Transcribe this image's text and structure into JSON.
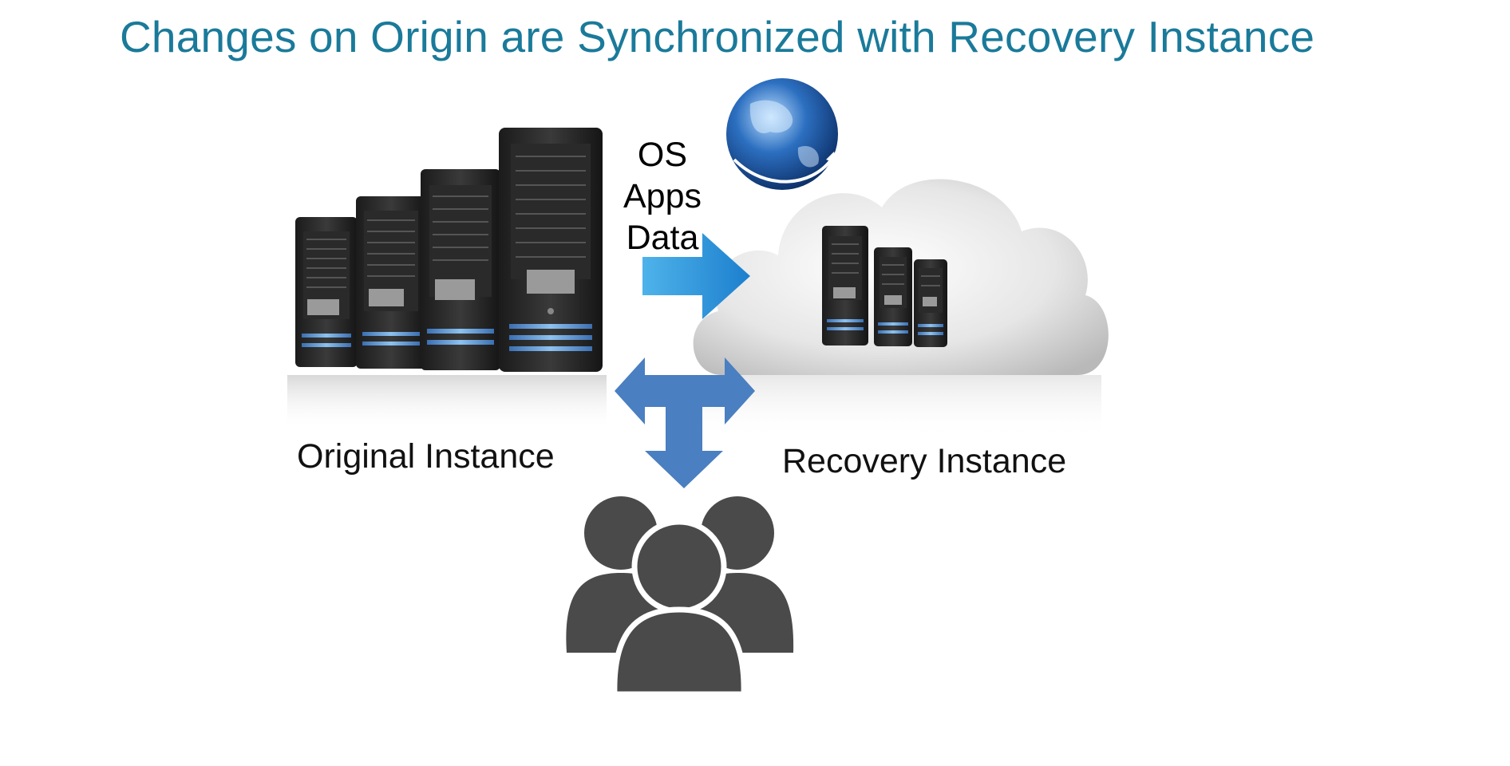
{
  "title": "Changes on Origin are Synchronized with Recovery Instance",
  "sync_items": [
    "OS",
    "Apps",
    "Data"
  ],
  "labels": {
    "original": "Original Instance",
    "recovery": "Recovery Instance"
  },
  "colors": {
    "title": "#1a7a9a",
    "arrow_blue": "#4a7fc1",
    "users": "#4a4a4a"
  },
  "icons": [
    "server-rack-icon",
    "cloud-icon",
    "globe-icon",
    "sync-arrow-icon",
    "bidirectional-arrow-icon",
    "users-icon"
  ]
}
